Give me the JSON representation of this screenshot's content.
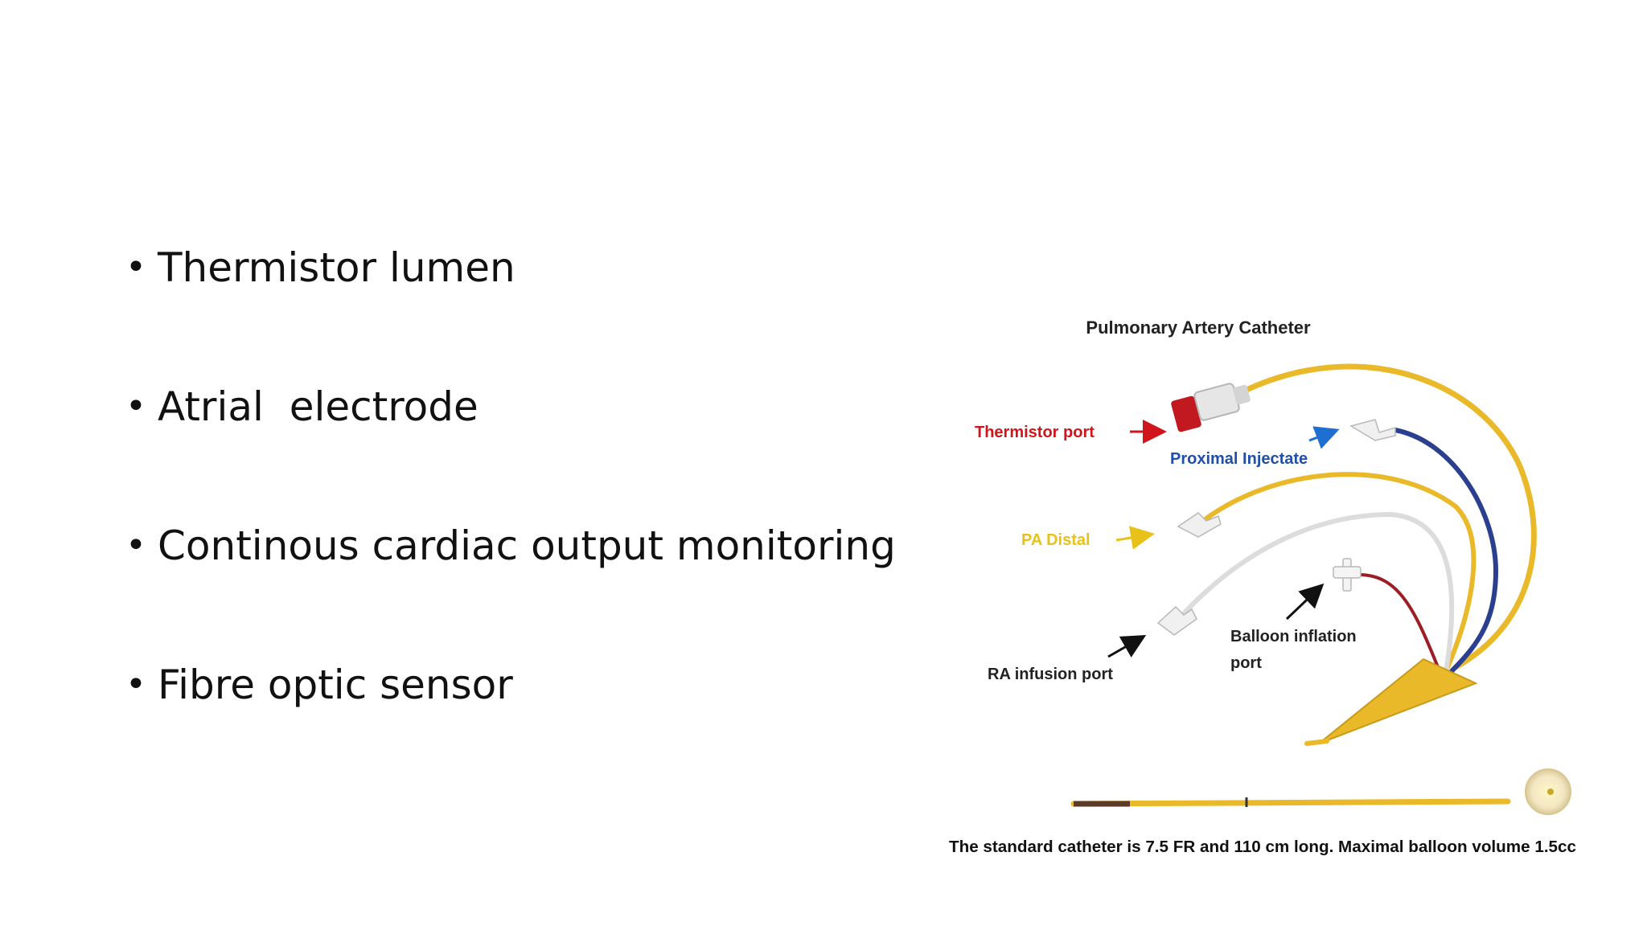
{
  "bullets": [
    "Thermistor lumen",
    "Atrial  electrode",
    "Continous cardiac output monitoring",
    "Fibre optic sensor"
  ],
  "diagram": {
    "title": "Pulmonary Artery Catheter",
    "labels": {
      "thermistor_port": "Thermistor port",
      "proximal_injectate": "Proximal Injectate",
      "pa_distal": "PA Distal",
      "ra_infusion_port": "RA infusion port",
      "balloon_inflation_line1": "Balloon inflation",
      "balloon_inflation_line2": "port"
    },
    "caption": "The standard catheter is 7.5 FR and 110 cm long.  Maximal balloon volume 1.5cc",
    "colors": {
      "thermistor": "#d0161c",
      "proximal": "#1f4fa8",
      "pa_distal": "#e8c21a",
      "catheter_yellow": "#e9b92a",
      "blue_lumen": "#2a3f8f",
      "red_lumen": "#9c1d24",
      "white_lumen": "#dcdcdc"
    }
  }
}
